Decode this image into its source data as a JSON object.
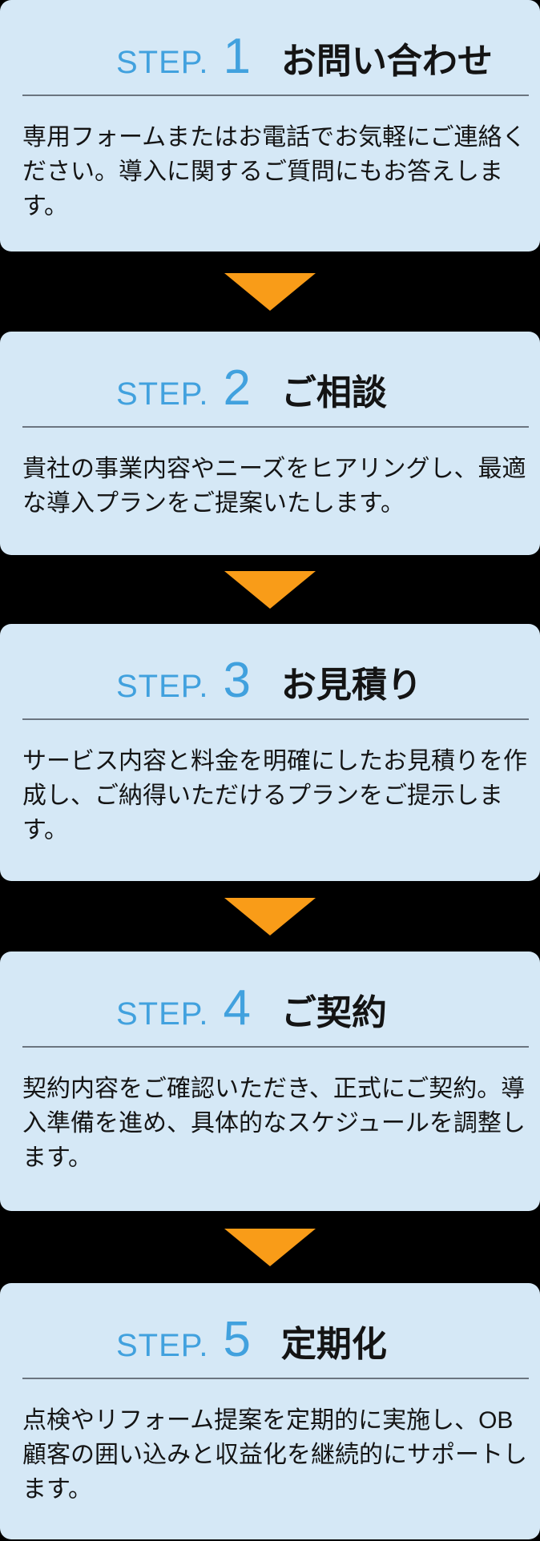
{
  "colors": {
    "page_background": "#000000",
    "card_background": "#d5e8f6",
    "accent_blue": "#41a1de",
    "text_dark": "#141414",
    "divider_gray": "#6b7580",
    "arrow_orange": "#f99c18"
  },
  "steps": [
    {
      "label": "STEP.",
      "number": "1",
      "title": "お問い合わせ",
      "description": "専用フォームまたはお電話でお気軽にご連絡ください。導入に関するご質問にもお答えします。"
    },
    {
      "label": "STEP.",
      "number": "2",
      "title": "ご相談",
      "description": "貴社の事業内容やニーズをヒアリングし、最適な導入プランをご提案いたします。"
    },
    {
      "label": "STEP.",
      "number": "3",
      "title": "お見積り",
      "description": "サービス内容と料金を明確にしたお見積りを作成し、ご納得いただけるプランをご提示します。"
    },
    {
      "label": "STEP.",
      "number": "4",
      "title": "ご契約",
      "description": "契約内容をご確認いただき、正式にご契約。導入準備を進め、具体的なスケジュールを調整します。"
    },
    {
      "label": "STEP.",
      "number": "5",
      "title": "定期化",
      "description": "点検やリフォーム提案を定期的に実施し、OB顧客の囲い込みと収益化を継続的にサポートします。"
    }
  ]
}
